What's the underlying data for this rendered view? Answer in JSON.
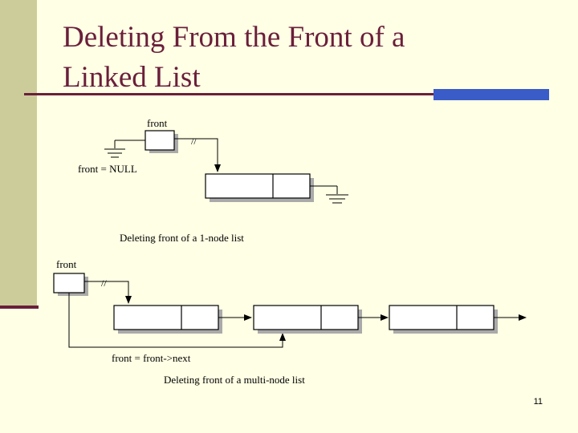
{
  "slide": {
    "title_line1": "Deleting From the Front of a",
    "title_line2": "Linked List",
    "page_number": "11"
  },
  "diagram1": {
    "pointer_label": "front",
    "null_mark": "//",
    "null_assign": "front = NULL",
    "caption": "Deleting front of a 1-node list"
  },
  "diagram2": {
    "pointer_label": "front",
    "null_mark": "//",
    "assign_text": "front = front->next",
    "caption": "Deleting front of a multi-node list"
  },
  "colors": {
    "background": "#ffffe5",
    "accent_bar": "#cccc9a",
    "title_color": "#6a1f3a",
    "blue_bar": "#3a5cc8"
  }
}
